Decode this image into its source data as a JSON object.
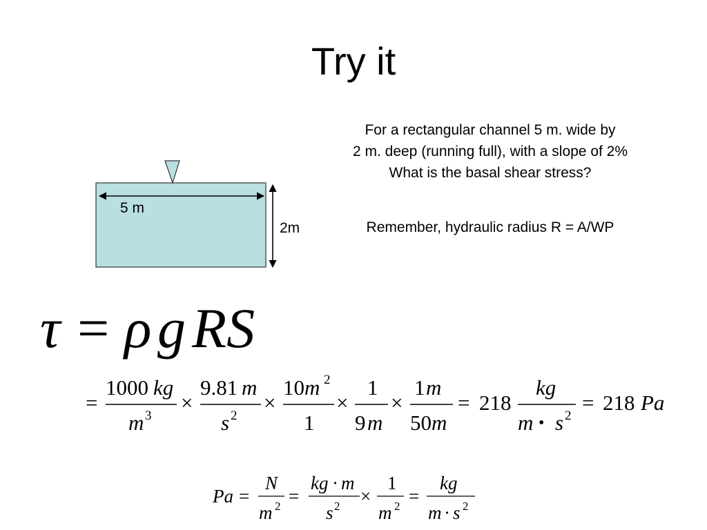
{
  "slide": {
    "title": "Try it",
    "problem_lines": [
      "For a rectangular channel 5 m. wide by",
      "2 m. deep (running full), with a slope of 2%",
      "What is the basal shear stress?"
    ],
    "remember": "Remember, hydraulic radius R = A/WP"
  },
  "diagram": {
    "width_label": "5 m",
    "depth_label": "2m",
    "water_color": "#b9dfe2",
    "marker_color": "#b9dfe2"
  },
  "equations": {
    "main": {
      "tau": "τ",
      "eq": "=",
      "rho": "ρ",
      "g": "g",
      "RS": "RS"
    },
    "calc": {
      "eq": "=",
      "f1_num_n": "1000",
      "f1_num_u": "kg",
      "f1_den_u": "m",
      "f1_den_exp": "3",
      "times": "×",
      "f2_num_n": "9.81",
      "f2_num_u": "m",
      "f2_den_u": "s",
      "f2_den_exp": "2",
      "f3_num_n": "10",
      "f3_num_u": "m",
      "f3_num_exp": "2",
      "f3_den": "1",
      "f4_num": "1",
      "f4_den_n": "9",
      "f4_den_u": "m",
      "f5_num_n": "1",
      "f5_num_u": "m",
      "f5_den_n": "50",
      "f5_den_u": "m",
      "value": "218",
      "unit_num": "kg",
      "unit_den_m": "m",
      "bullet": "•",
      "unit_den_s": "s",
      "unit_den_exp": "2",
      "final_unit": "Pa"
    },
    "pa": {
      "Pa": "Pa",
      "eq": "=",
      "dot": "·",
      "times": "×",
      "N": "N",
      "m": "m",
      "two": "2",
      "kg": "kg",
      "s": "s",
      "one": "1"
    }
  }
}
